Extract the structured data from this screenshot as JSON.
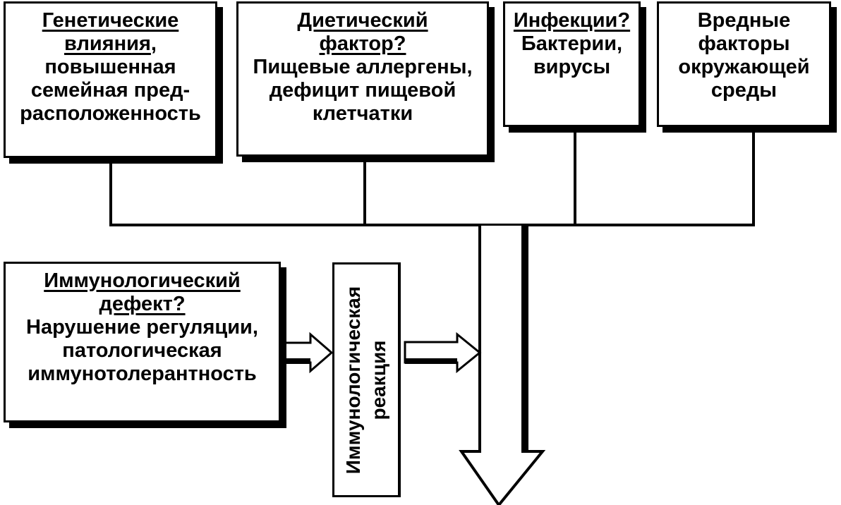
{
  "diagram": {
    "genetic": {
      "heading": [
        "Генетические",
        "влияния"
      ],
      "heading_tail": ",",
      "lines": [
        "повышенная",
        "семейная пред-",
        "расположенность"
      ]
    },
    "dietary": {
      "heading": [
        "Диетический",
        "фактор?"
      ],
      "lines": [
        "Пищевые аллергены,",
        "дефицит пищевой",
        "клетчатки"
      ]
    },
    "infection": {
      "heading": [
        "Инфекции?"
      ],
      "lines": [
        "Бактерии,",
        "вирусы"
      ]
    },
    "environment": {
      "lines": [
        "Вредные",
        "факторы",
        "окружающей",
        "среды"
      ]
    },
    "immunologic_defect": {
      "heading": [
        "Иммунологический",
        "дефект?"
      ],
      "lines": [
        "Нарушение регуляции,",
        "патологическая",
        "иммунотолерантность"
      ]
    },
    "immune_reaction": {
      "lines": [
        "Иммунологическая",
        "реакция"
      ]
    }
  }
}
